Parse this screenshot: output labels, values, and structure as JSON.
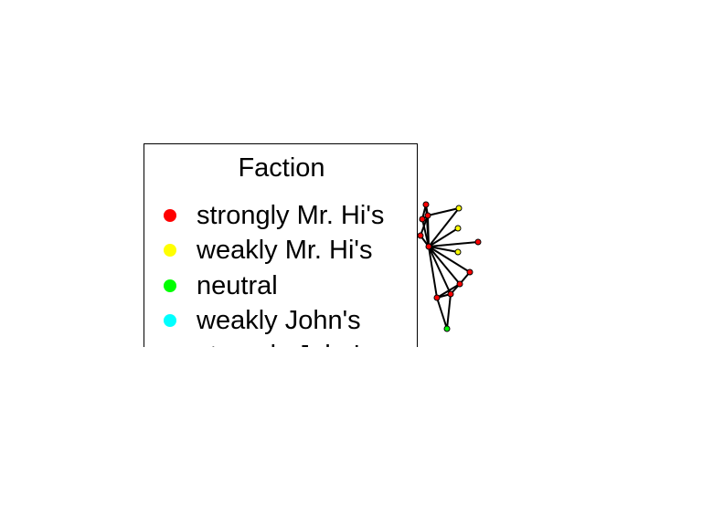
{
  "legend": {
    "title": "Faction",
    "items": [
      {
        "label": "strongly Mr. Hi's",
        "color": "#ff0000"
      },
      {
        "label": "weakly Mr. Hi's",
        "color": "#ffff00"
      },
      {
        "label": "neutral",
        "color": "#00ff00"
      },
      {
        "label": "weakly John's",
        "color": "#00ffff"
      },
      {
        "label": "strongly John's",
        "color": "#0000ff"
      }
    ]
  },
  "graph": {
    "node_colors": {
      "strongly_mr_hi": "#ff0000",
      "weakly_mr_hi": "#ffff00",
      "neutral": "#00ff00"
    }
  }
}
